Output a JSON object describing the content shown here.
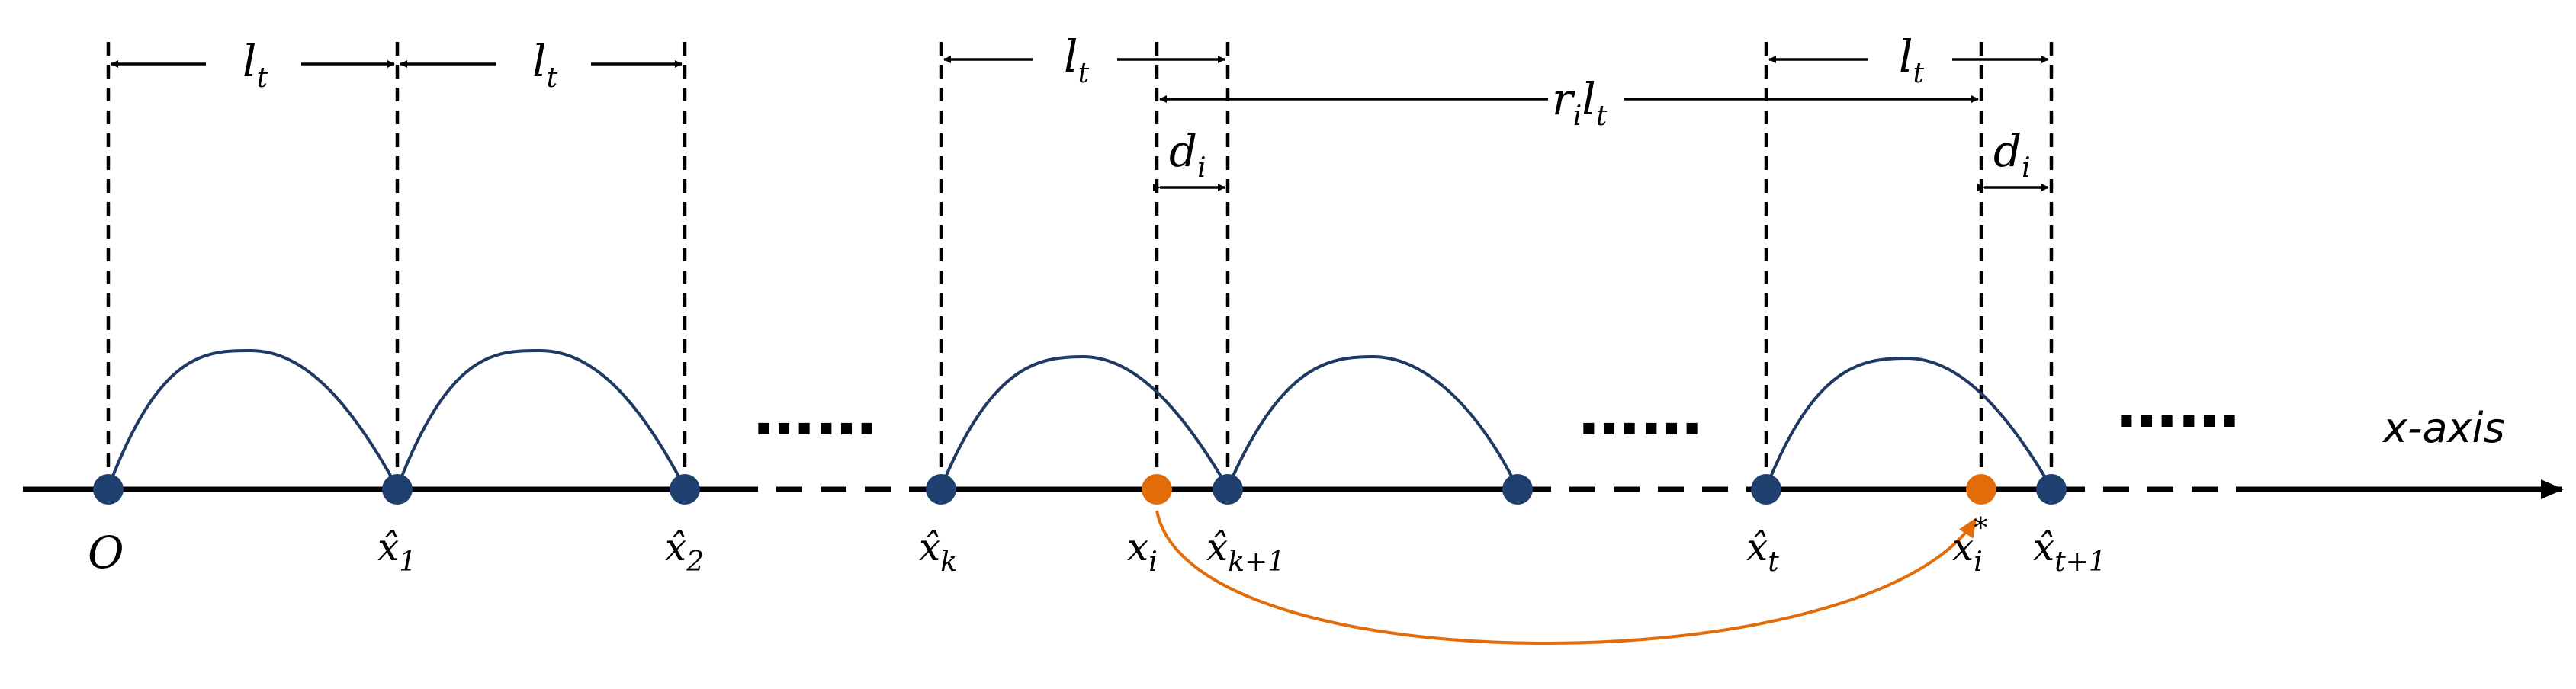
{
  "points": {
    "origin": "O",
    "x1": {
      "base": "x̂",
      "sub": "1"
    },
    "x2": {
      "base": "x̂",
      "sub": "2"
    },
    "xk": {
      "base": "x̂",
      "sub": "k"
    },
    "xi": {
      "base": "x",
      "sub": "i"
    },
    "xk1": {
      "base": "x̂",
      "sub": "k+1"
    },
    "xt": {
      "base": "x̂",
      "sub": "t"
    },
    "xistar": {
      "base": "x",
      "sub": "i",
      "sup": "*"
    },
    "xt1": {
      "base": "x̂",
      "sub": "t+1"
    }
  },
  "dimensions": {
    "lt": {
      "base": "l",
      "sub": "t"
    },
    "di": {
      "base": "d",
      "sub": "i"
    },
    "rilt": {
      "b1": "r",
      "s1": "i",
      "b2": "l",
      "s2": "t"
    }
  },
  "ellipsis": "……",
  "axis_label": "x-axis",
  "colors": {
    "node_blue": "#1f3f6f",
    "node_orange": "#e36c0a",
    "arch": "#1f3864"
  }
}
